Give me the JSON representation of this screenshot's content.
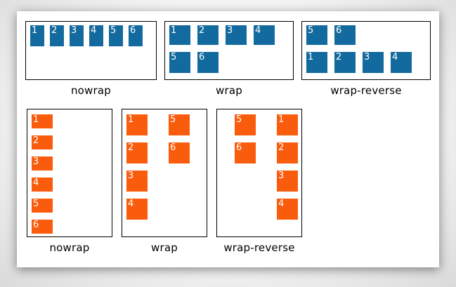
{
  "colors": {
    "row_box_blue": "#136a9e",
    "column_box_orange": "#fa5c0d",
    "panel_border": "#000000",
    "card_background": "#ffffff",
    "page_background": "#ececec"
  },
  "row_demos": [
    {
      "label": "nowrap",
      "lines": [
        [
          "1",
          "2",
          "3",
          "4",
          "5",
          "6"
        ]
      ]
    },
    {
      "label": "wrap",
      "lines": [
        [
          "1",
          "2",
          "3",
          "4"
        ],
        [
          "5",
          "6"
        ]
      ]
    },
    {
      "label": "wrap-reverse",
      "lines": [
        [
          "5",
          "6"
        ],
        [
          "1",
          "2",
          "3",
          "4"
        ]
      ]
    }
  ],
  "column_demos": [
    {
      "label": "nowrap",
      "lines": [
        [
          "1",
          "2",
          "3",
          "4",
          "5",
          "6"
        ]
      ]
    },
    {
      "label": "wrap",
      "lines": [
        [
          "1",
          "2",
          "3",
          "4"
        ],
        [
          "5",
          "6"
        ]
      ]
    },
    {
      "label": "wrap-reverse",
      "lines": [
        [
          "5",
          "6"
        ],
        [
          "1",
          "2",
          "3",
          "4"
        ]
      ]
    }
  ]
}
